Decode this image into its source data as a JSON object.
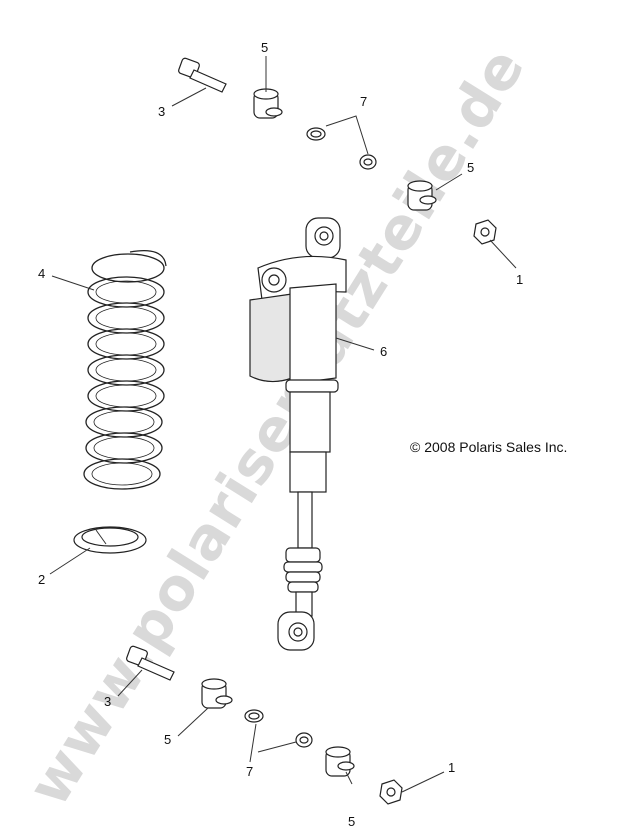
{
  "watermark": {
    "text": "www.polarisersatzteile.de"
  },
  "copyright": {
    "text": "© 2008 Polaris Sales Inc."
  },
  "callouts": {
    "c1_top": "1",
    "c1_bottom": "1",
    "c2": "2",
    "c3_top": "3",
    "c3_bottom": "3",
    "c4": "4",
    "c5_top": "5",
    "c5_right": "5",
    "c5_left": "5",
    "c5_bottom": "5",
    "c6": "6",
    "c7_top": "7",
    "c7_bottom": "7"
  }
}
